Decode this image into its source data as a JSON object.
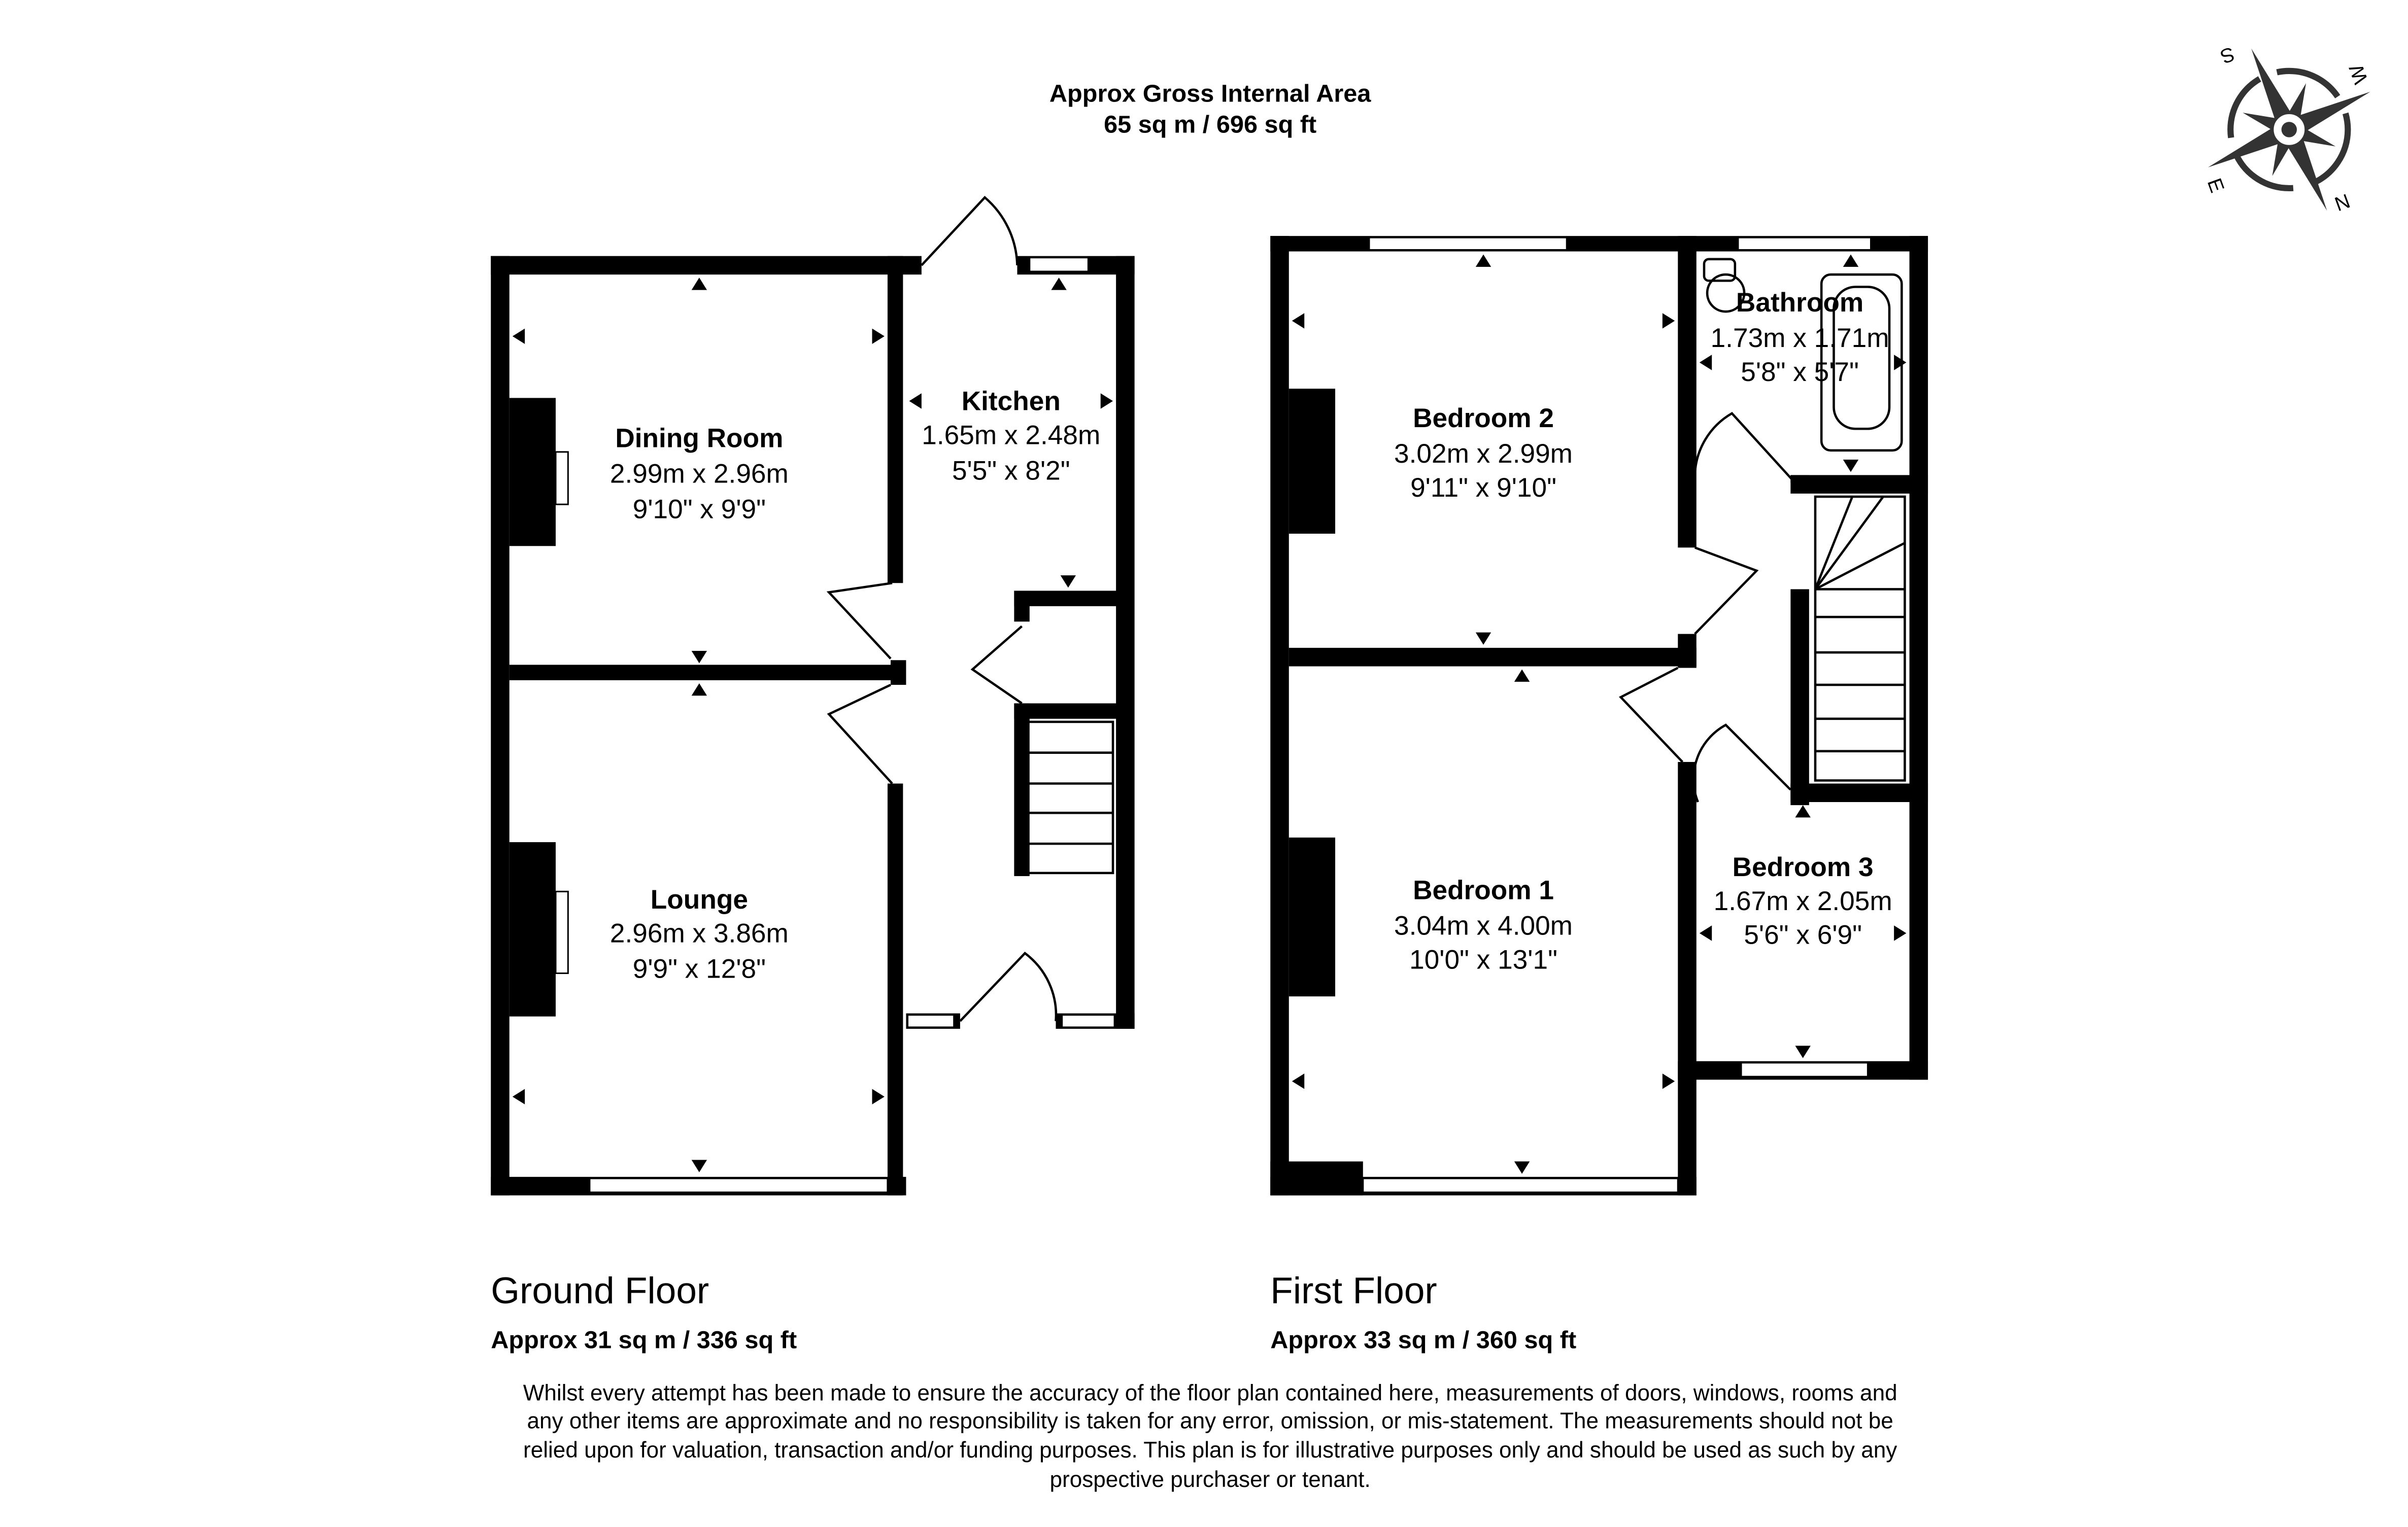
{
  "header": {
    "title": "Approx Gross Internal Area",
    "area": "65 sq m / 696 sq ft"
  },
  "compass": {
    "labels": [
      "S",
      "W",
      "E",
      "N"
    ]
  },
  "ground_floor": {
    "title": "Ground Floor",
    "area": "Approx 31 sq m / 336 sq ft",
    "rooms": [
      {
        "name": "Dining Room",
        "metric": "2.99m x 2.96m",
        "imperial": "9'10\" x 9'9\""
      },
      {
        "name": "Kitchen",
        "metric": "1.65m x 2.48m",
        "imperial": "5'5\" x 8'2\""
      },
      {
        "name": "Lounge",
        "metric": "2.96m x 3.86m",
        "imperial": "9'9\" x 12'8\""
      }
    ]
  },
  "first_floor": {
    "title": "First Floor",
    "area": "Approx 33 sq m / 360 sq ft",
    "rooms": [
      {
        "name": "Bedroom 2",
        "metric": "3.02m x 2.99m",
        "imperial": "9'11\" x 9'10\""
      },
      {
        "name": "Bathroom",
        "metric": "1.73m x 1.71m",
        "imperial": "5'8\" x 5'7\""
      },
      {
        "name": "Bedroom 1",
        "metric": "3.04m x 4.00m",
        "imperial": "10'0\" x 13'1\""
      },
      {
        "name": "Bedroom 3",
        "metric": "1.67m x 2.05m",
        "imperial": "5'6\" x 6'9\""
      }
    ]
  },
  "disclaimer": [
    "Whilst every attempt has been made to ensure the accuracy of the floor plan contained here, measurements of doors, windows, rooms and",
    "any other items are approximate and no responsibility is taken for any error, omission, or mis-statement. The measurements should not be",
    "relied upon for valuation, transaction and/or funding purposes. This plan is for illustrative purposes only and should be used as such by any",
    "prospective purchaser or tenant."
  ]
}
